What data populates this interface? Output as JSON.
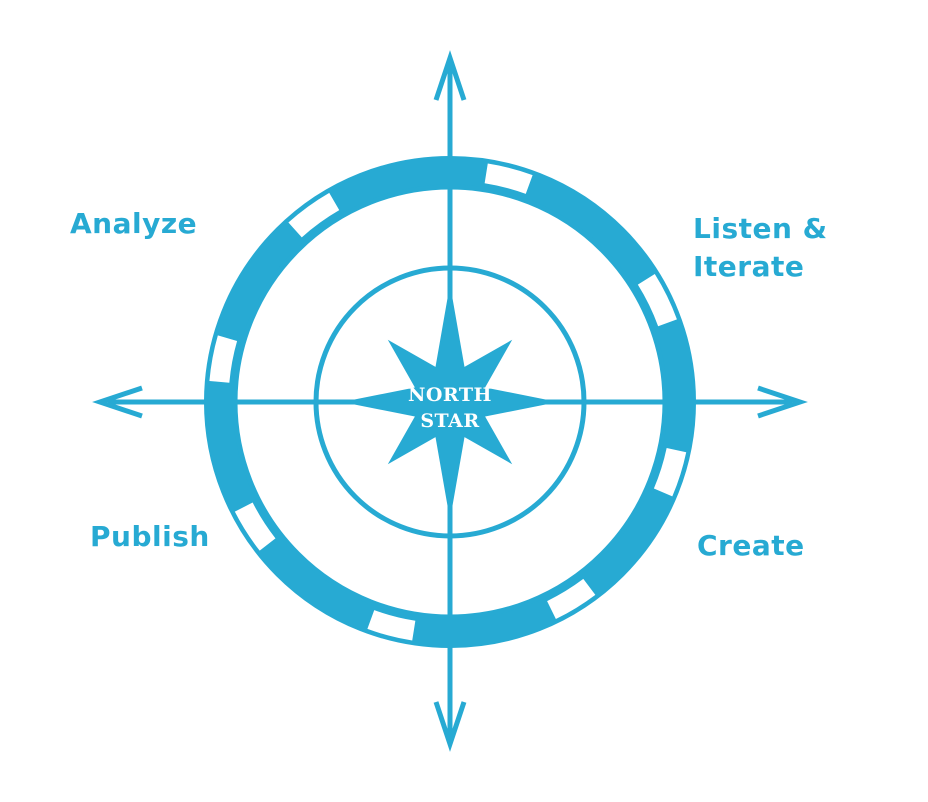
{
  "colors": {
    "accent": "#27aad3",
    "background": "#ffffff",
    "star_text": "#ffffff"
  },
  "center": {
    "line1": "NORTH",
    "line2": "STAR"
  },
  "labels": {
    "analyze": "Analyze",
    "listen_line1": "Listen &",
    "listen_line2": "Iterate",
    "publish": "Publish",
    "create": "Create"
  },
  "icons": {
    "center": "eight-point-star-icon",
    "arrows": "direction-arrow-icon",
    "ring": "segmented-compass-ring"
  }
}
